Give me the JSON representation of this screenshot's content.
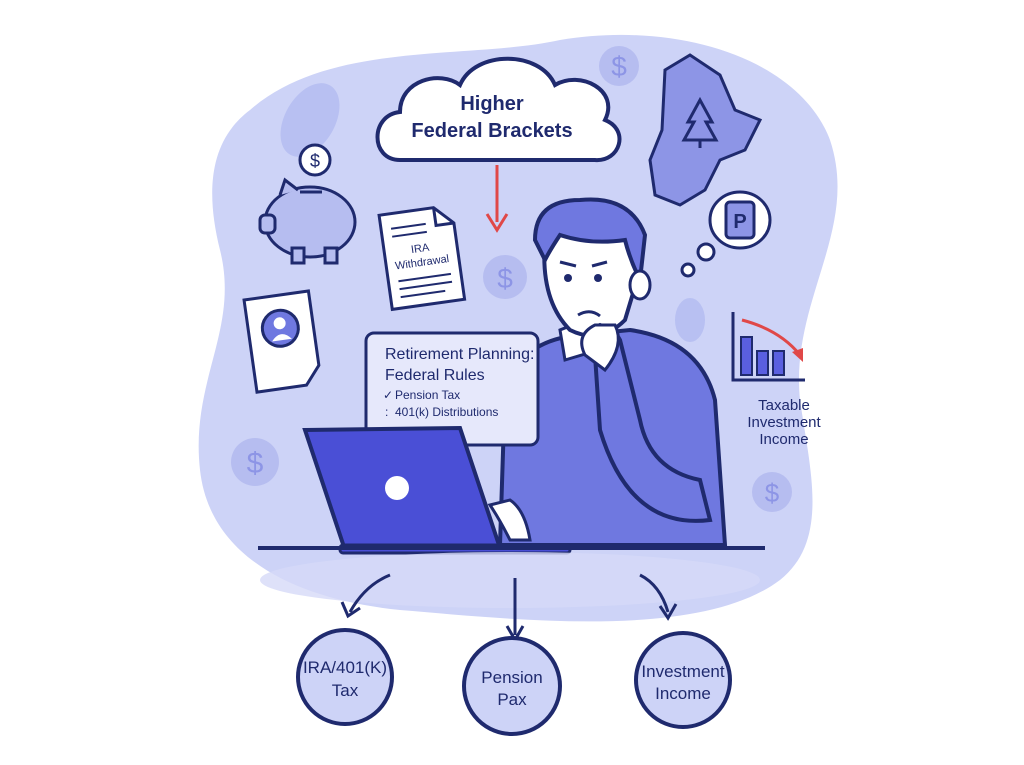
{
  "cloud": {
    "line1": "Higher",
    "line2": "Federal Brackets"
  },
  "document": {
    "line1": "IRA",
    "line2": "Withdrawal"
  },
  "note_card": {
    "title_line1": "Retirement Planning:",
    "title_line2": "Federal Rules",
    "items": [
      "Pension Tax",
      "401(k) Distributions"
    ]
  },
  "chart_label": {
    "line1": "Taxable",
    "line2": "Investment",
    "line3": "Income"
  },
  "thought_bubble": {
    "symbol": "P"
  },
  "dollar_symbol": "$",
  "outcomes": [
    {
      "line1": "IRA/401(K)",
      "line2": "Tax"
    },
    {
      "line1": "Pension",
      "line2": "Pax"
    },
    {
      "line1": "Investment",
      "line2": "Income"
    }
  ],
  "colors": {
    "navy": "#1f2a6e",
    "blob": "#cdd3f7",
    "accent": "#5a5fe0",
    "arrow": "#e04848"
  }
}
